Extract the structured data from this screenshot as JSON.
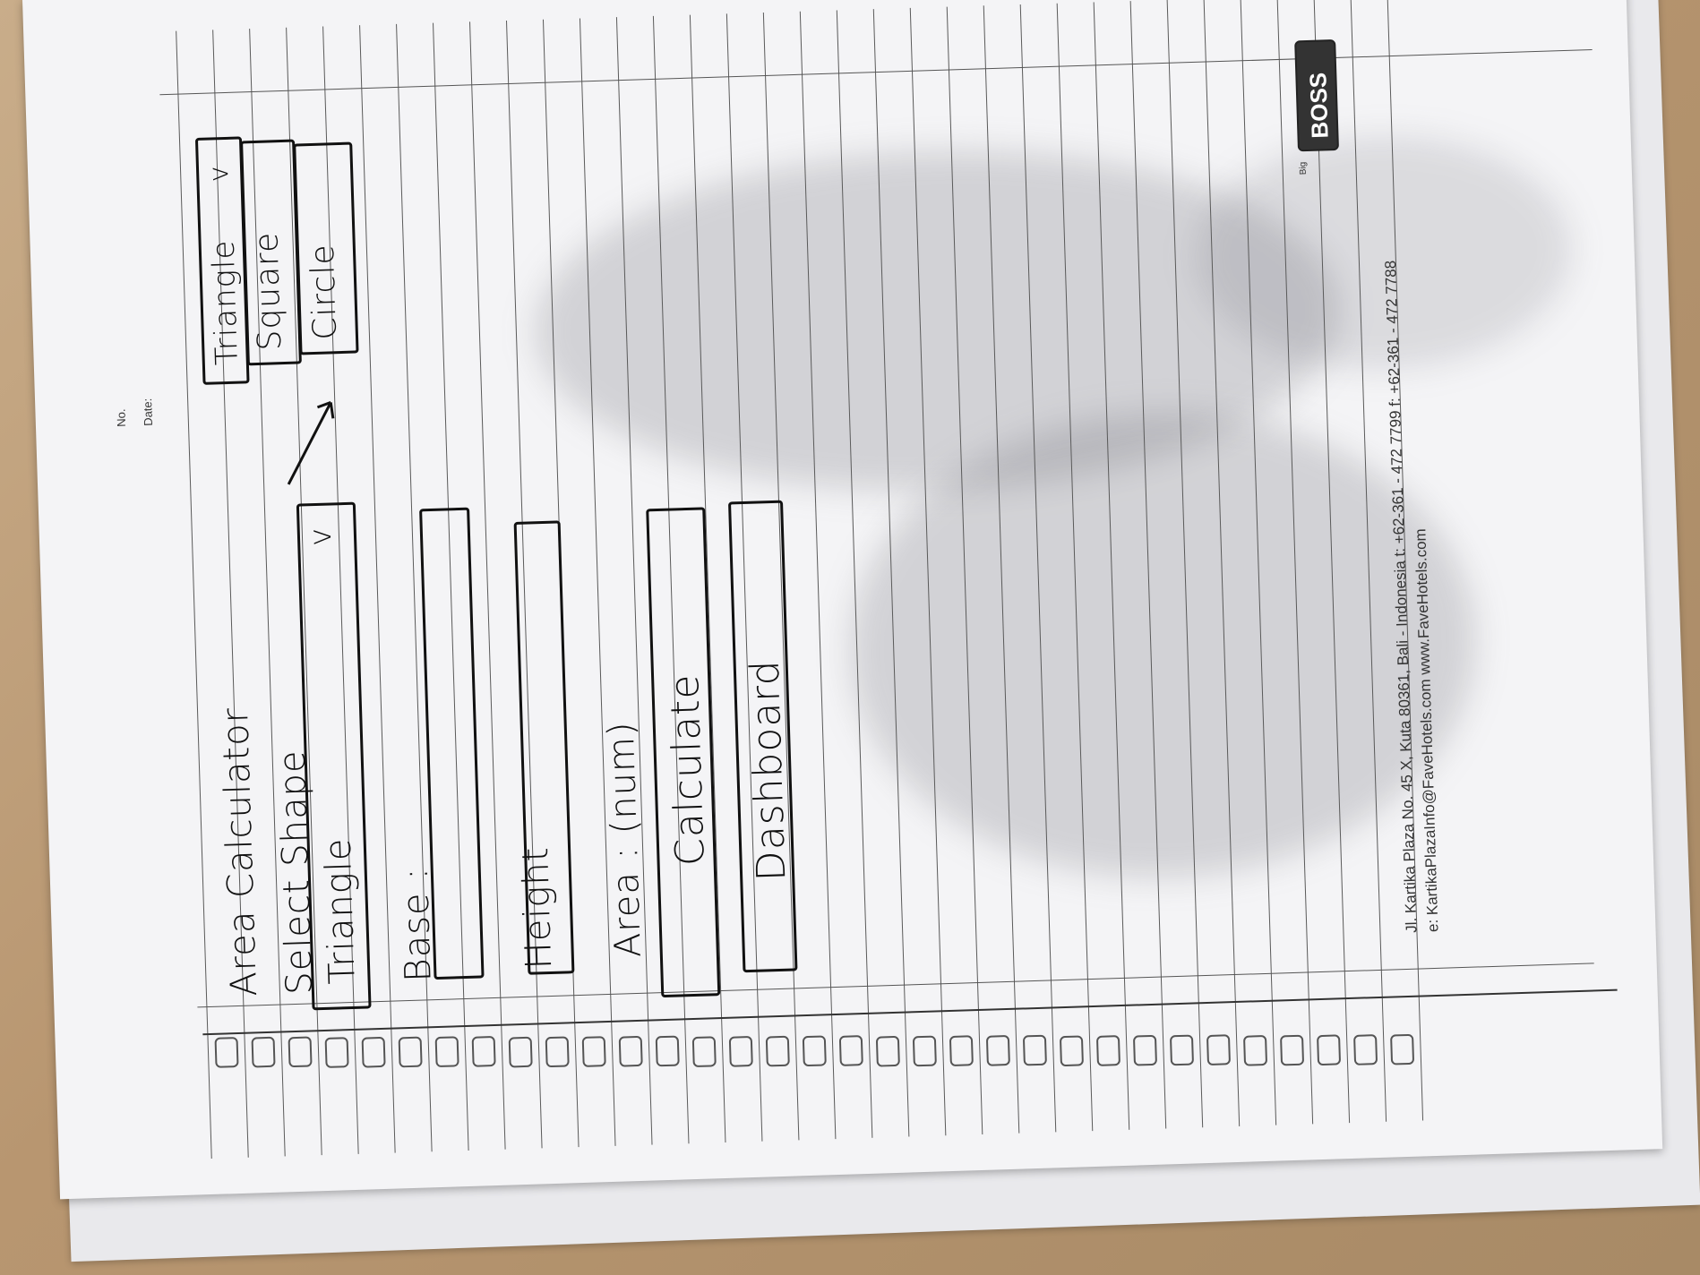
{
  "header": {
    "no_label": "No.",
    "date_label": "Date:"
  },
  "sketch": {
    "title": "Area Calculator",
    "select_label": "Select Shape",
    "dropdown_value": "Triangle",
    "dropdown_arrow": "v",
    "options_popup": {
      "selected": "Triangle",
      "arrow": "v",
      "items": [
        "Square",
        "Circle"
      ]
    },
    "base_label": "Base :",
    "height_label": "Height",
    "area_label": "Area : (num)",
    "calculate_button": "Calculate",
    "dashboard_button": "Dashboard"
  },
  "footer": {
    "address": "Jl. Kartika Plaza No. 45 X, Kuta 80361, Bali - Indonesia  t: +62-361 - 472 7799  f: +62-361 - 472 7788",
    "contact": "e: KartikaPlazaInfo@FaveHotels.com   www.FaveHotels.com",
    "logo_text": "BOSS",
    "logo_prefix": "Big"
  },
  "colors": {
    "ink": "#111111",
    "paper": "#f4f4f6",
    "desk": "#b89670"
  }
}
